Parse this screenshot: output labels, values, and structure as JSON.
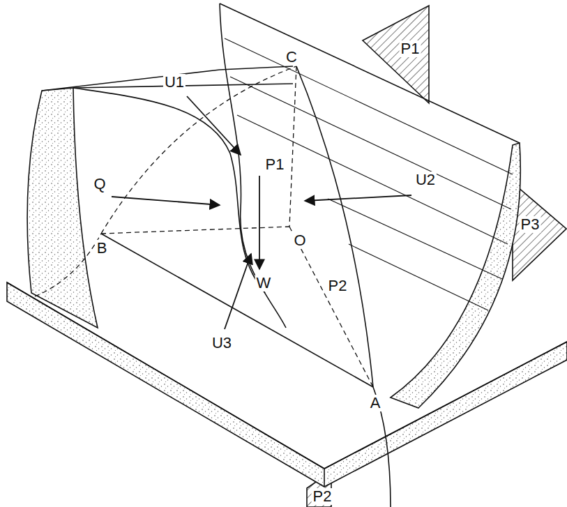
{
  "diagram": {
    "labels": [
      "C",
      "P1",
      "U1",
      "P1",
      "Q",
      "U2",
      "P3",
      "O",
      "B",
      "W",
      "P2",
      "U3",
      "A",
      "P2"
    ]
  }
}
